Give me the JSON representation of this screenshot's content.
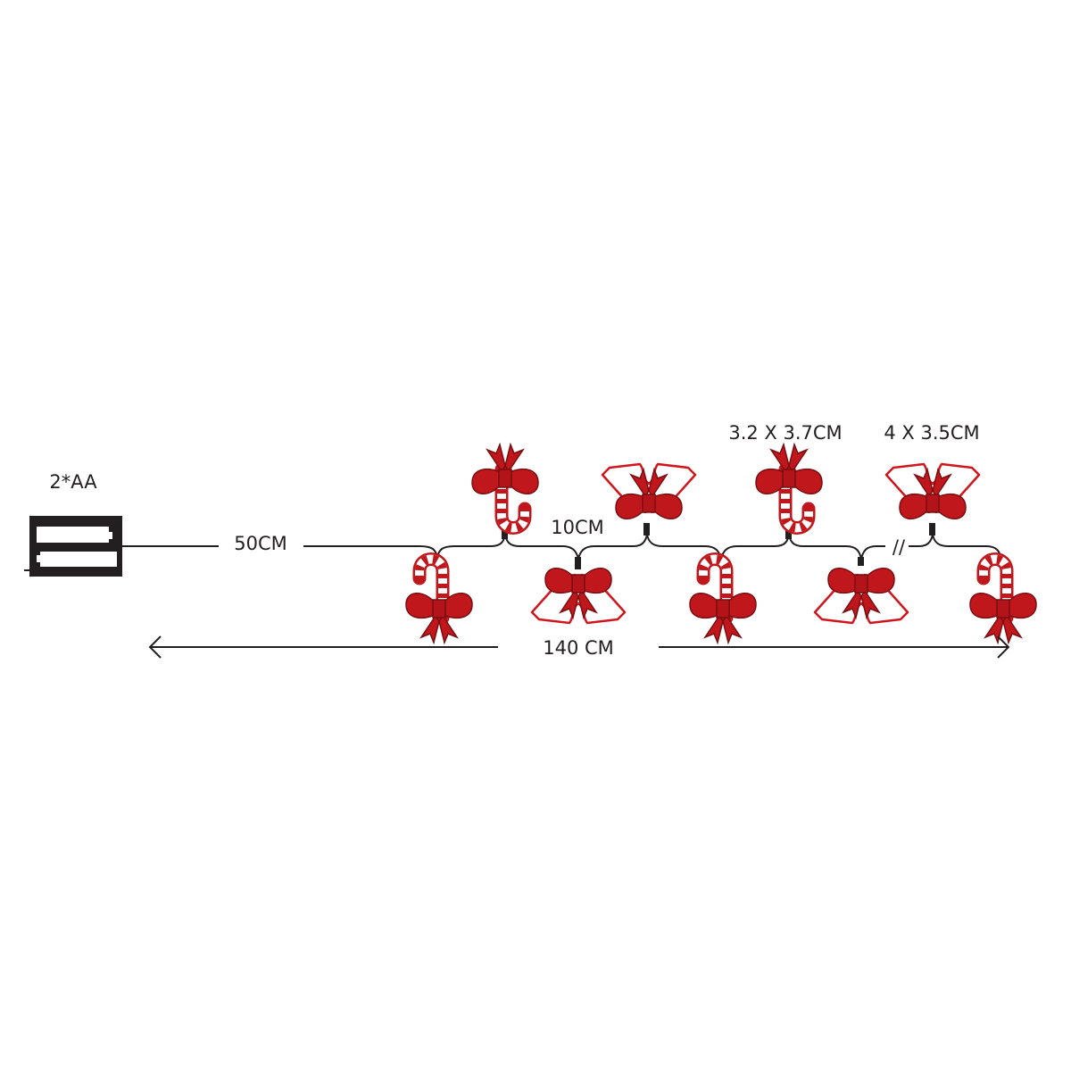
{
  "labels": {
    "battery": "2*AA",
    "lead_length": "50CM",
    "spacing": "10CM",
    "size_cane": "3.2 X 3.7CM",
    "size_bell": "4 X 3.5CM",
    "total_length": "140 CM",
    "break_mark": "//"
  },
  "colors": {
    "ornament_red": "#c0171c",
    "ornament_outline": "#7a0d10",
    "wire": "#231f20"
  }
}
